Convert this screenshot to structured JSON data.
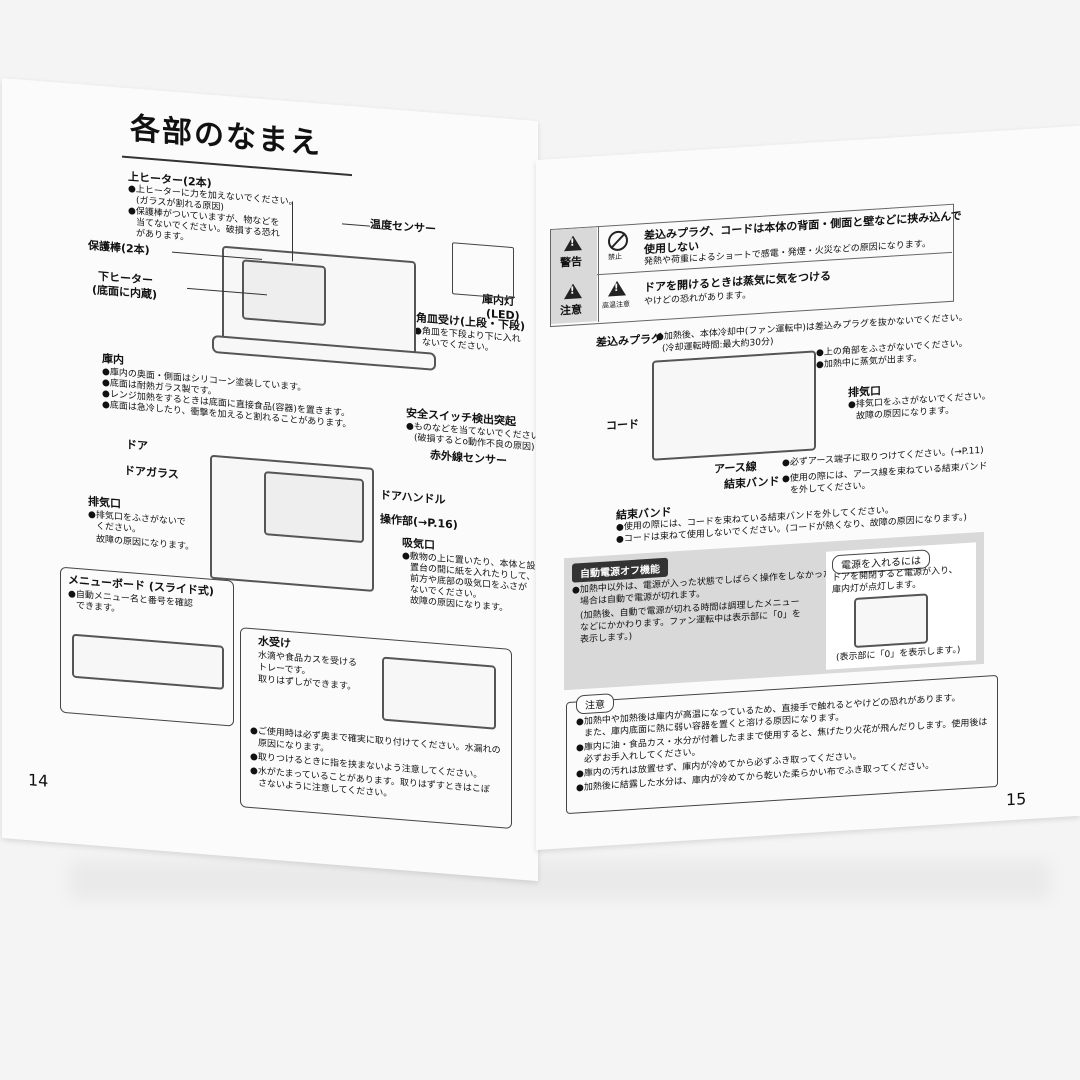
{
  "left": {
    "title": "各部のなまえ",
    "page_number": "14",
    "upper_heater": {
      "title": "上ヒーター(2本)",
      "notes": [
        "●上ヒーターに力を加えないでください。",
        "(ガラスが割れる原因)",
        "●保護棒がついていますが、物などを",
        "当てないでください。破損する恐れ",
        "があります。"
      ]
    },
    "protect_bar": "保護棒(2本)",
    "lower_heater": [
      "下ヒーター",
      "(底面に内蔵)"
    ],
    "temp_sensor": "温度センサー",
    "lamp": [
      "庫内灯",
      "(LED)"
    ],
    "tray_rail": {
      "title": "角皿受け(上段・下段)",
      "notes": [
        "●角皿を下段より下に入れ",
        "ないでください。"
      ]
    },
    "interior": {
      "title": "庫内",
      "notes": [
        "●庫内の奥面・側面はシリコーン塗装しています。",
        "●底面は耐熱ガラス製です。",
        "●レンジ加熱をするときは底面に直接食品(容器)を置きます。",
        "●底面は急冷したり、衝撃を加えると割れることがあります。"
      ]
    },
    "safety_switch": {
      "title": "安全スイッチ検出突起",
      "notes": [
        "●ものなどを当てないでください。",
        "(破損するとo動作不良の原因)"
      ]
    },
    "ir_sensor": "赤外線センサー",
    "door": "ドア",
    "door_glass": "ドアガラス",
    "door_handle": "ドアハンドル",
    "exhaust": {
      "title": "排気口",
      "notes": [
        "●排気口をふさがないで",
        "ください。",
        "故障の原因になります。"
      ]
    },
    "control": "操作部(→P.16)",
    "intake": {
      "title": "吸気口",
      "notes": [
        "●敷物の上に置いたり、本体と設",
        "置台の間に紙を入れたりして、",
        "前方や底部の吸気口をふさが",
        "ないでください。",
        "故障の原因になります。"
      ]
    },
    "menu_board": {
      "title": "メニューボード (スライド式)",
      "notes": [
        "●自動メニュー名と番号を確認",
        "できます。"
      ]
    },
    "water_tray": {
      "title": "水受け",
      "notes": [
        "水滴や食品カスを受ける",
        "トレーです。",
        "取りはずしができます。"
      ]
    },
    "water_cautions": [
      "●ご使用時は必ず奥まで確実に取り付けてください。水漏れの",
      "原因になります。",
      "●取りつけるときに指を挟まないよう注意してください。",
      "●水がたまっていることがあります。取りはずすときはこぼ",
      "さないように注意してください。"
    ]
  },
  "right": {
    "page_number": "15",
    "warn_label": "警告",
    "warn_icon_label": "禁止",
    "warn_title": "差込みプラグ、コードは本体の背面・側面と壁などに挟み込んで",
    "warn_title2": "使用しない",
    "warn_text": "発熱や荷重によるショートで感電・発煙・火災などの原因になります。",
    "caution_label": "注意",
    "caution_icon_label": "高温注意",
    "caution_title": "ドアを開けるときは蒸気に気をつける",
    "caution_text": "やけどの恐れがあります。",
    "plug": {
      "title": "差込みプラグ",
      "notes": [
        "●加熱後、本体冷却中(ファン運転中)は差込みプラグを抜かないでください。",
        "(冷却運転時間:最大約30分)"
      ]
    },
    "top_notes": [
      "●上の角部をふさがないでください。",
      "●加熱中に蒸気が出ます。"
    ],
    "exhaust": {
      "title": "排気口",
      "notes": [
        "●排気口をふさがないでください。",
        "故障の原因になります。"
      ]
    },
    "cord": "コード",
    "earth": {
      "title": "アース線",
      "note": "●必ずアース端子に取りつけてください。(→P.11)"
    },
    "band1": {
      "title": "結束バンド",
      "notes": [
        "●使用の際には、アース線を束ねている結束バンド",
        "を外してください。"
      ]
    },
    "band2": {
      "title": "結束バンド",
      "notes": [
        "●使用の際には、コードを束ねている結束バンドを外してください。",
        "●コードは束ねて使用しないでください。(コードが熱くなり、故障の原因になります。)"
      ]
    },
    "auto_off": {
      "tag": "自動電源オフ機能",
      "notes": [
        "●加熱中以外は、電源が入った状態でしばらく操作をしなかった",
        "場合は自動で電源が切れます。",
        "(加熱後、自動で電源が切れる時間は調理したメニュー",
        "などにかかわります。ファン運転中は表示部に「0」を",
        "表示します。)"
      ]
    },
    "power_on": {
      "tag": "電源を入れるには",
      "notes": [
        "ドアを開閉すると電源が入り、",
        "庫内灯が点灯します。"
      ],
      "footer": "(表示部に「0」を表示します。)"
    },
    "notice": {
      "tag": "注意",
      "items": [
        "●加熱中や加熱後は庫内が高温になっているため、直接手で触れるとやけどの恐れがあります。",
        "また、庫内底面に熱に弱い容器を置くと溶ける原因になります。",
        "●庫内に油・食品カス・水分が付着したままで使用すると、焦げたり火花が飛んだりします。使用後は",
        "必ずお手入れしてください。",
        "●庫内の汚れは放置せず、庫内が冷めてから必ずふき取ってください。",
        "●加熱後に結露した水分は、庫内が冷めてから乾いた柔らかい布でふき取ってください。"
      ]
    }
  }
}
